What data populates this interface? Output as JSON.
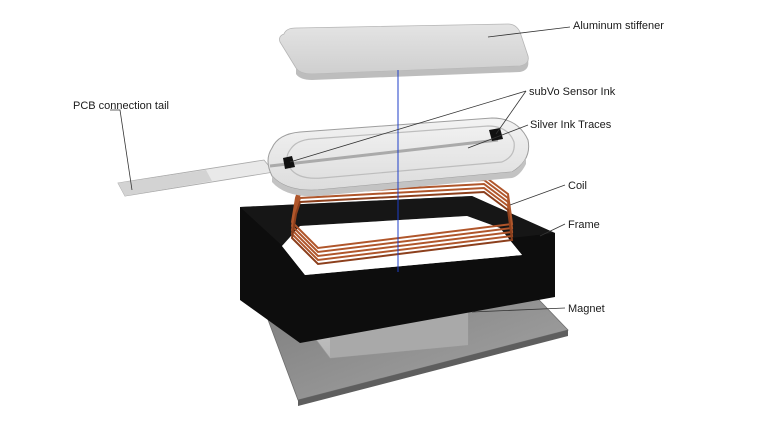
{
  "labels": {
    "aluminum_stiffener": "Aluminum stiffener",
    "subvo_sensor_ink": "subVo Sensor Ink",
    "silver_ink_traces": "Silver Ink Traces",
    "pcb_connection_tail": "PCB connection tail",
    "coil": "Coil",
    "frame": "Frame",
    "magnet": "Magnet"
  },
  "colors": {
    "stiffener": "#d9d9d9",
    "sensor_layer": "#e6e6e6",
    "coil": "#b0562b",
    "frame": "#0d0d0d",
    "magnet_base": "#8f8f8f",
    "magnet_block": "#c9c9c9",
    "center_axis": "#1f3fc8"
  }
}
